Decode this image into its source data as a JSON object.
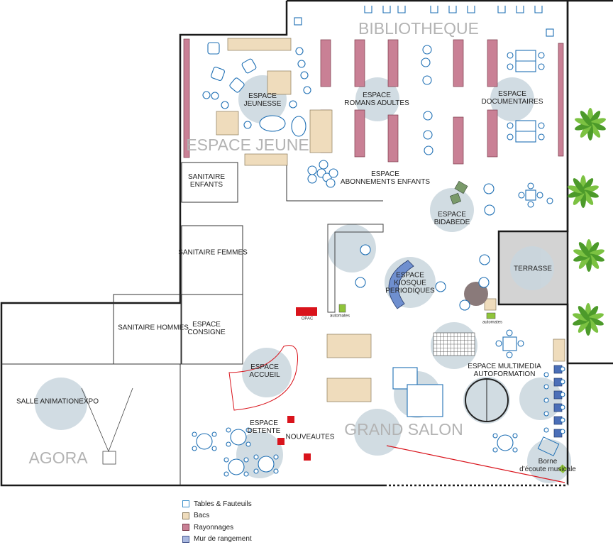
{
  "zones": {
    "bibliotheque": "BIBLIOTHEQUE",
    "espace_jeune": "ESPACE JEUNE",
    "grand_salon": "GRAND SALON",
    "agora": "AGORA"
  },
  "rooms": {
    "sanitaire_enfants": "SANITAIRE\nENFANTS",
    "sanitaire_femmes": "SANITAIRE FEMMES",
    "sanitaire_hommes": "SANITAIRE HOMMES",
    "espace_consigne": "ESPACE\nCONSIGNE",
    "salle_animation": "SALLE ANIMATIONEXPO",
    "terrasse": "TERRASSE"
  },
  "spaces": {
    "jeunesse": "ESPACE\nJEUNESSE",
    "romans_adultes": "ESPACE\nROMANS ADULTES",
    "documentaires": "ESPACE\nDOCUMENTAIRES",
    "abonnements_enfants": "ESPACE\nABONNEMENTS ENFANTS",
    "bidabede": "ESPACE\nBIDABEDE",
    "kiosque": "ESPACE\nKIOSQUE\nPERIODIQUES",
    "accueil": "ESPACE\nACCUEIL",
    "detente": "ESPACE\nDETENTE",
    "multimedia": "ESPACE MULTIMEDIA\nAUTOFORMATION",
    "nouveautes": "NOUVEAUTES",
    "borne": "Borne\nd'écoute musicale"
  },
  "small_labels": {
    "opac": "OPAC",
    "automates_1": "automates",
    "automates_2": "automates"
  },
  "legend": [
    {
      "label": "Tables & Fauteuils",
      "color": "#ffffff",
      "border": "#3a8fc9"
    },
    {
      "label": "Bacs",
      "color": "#efdcbc",
      "border": "#8a7a5a"
    },
    {
      "label": "Rayonnages",
      "color": "#c98095",
      "border": "#7a3a4a"
    },
    {
      "label": "Mur de rangement",
      "color": "#a9b8e0",
      "border": "#4a5a90"
    }
  ],
  "colors": {
    "walls": "#1a1a1a",
    "zone_circle": "#c9d6de",
    "furniture_blue": "#1e6fb4",
    "bac": "#efdcbc",
    "rayonnage": "#c98095",
    "mur_rangement": "#5b7fc4",
    "red_item": "#d9141c",
    "terrasse_floor": "#d3d3d3",
    "plant_green": "#4c9a2a"
  }
}
